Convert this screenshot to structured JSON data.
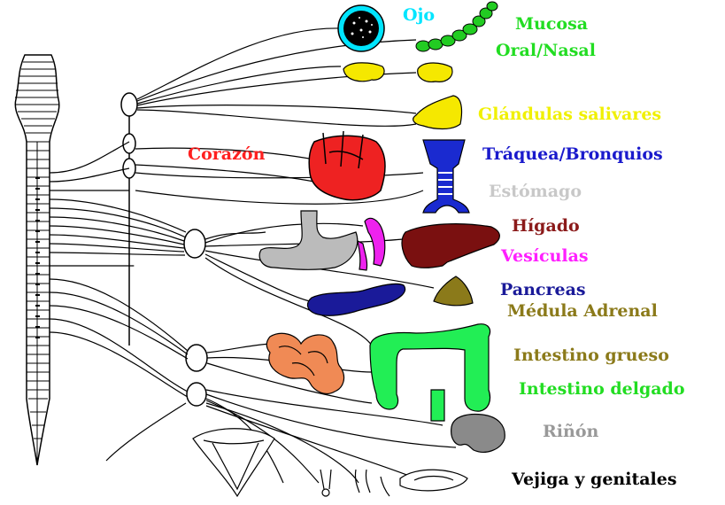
{
  "labels": {
    "ojo": {
      "text": "Ojo",
      "color": "#00e5ff"
    },
    "mucosa": {
      "text": "Mucosa",
      "color": "#22dd22"
    },
    "oral_nasal": {
      "text": "Oral/Nasal",
      "color": "#22dd22"
    },
    "glandulas": {
      "text": "Glándulas salivares",
      "color": "#f0f000"
    },
    "corazon": {
      "text": "Corazón",
      "color": "#ff2020"
    },
    "traquea": {
      "text": "Tráquea/Bronquios",
      "color": "#1a1acc"
    },
    "estomago": {
      "text": "Estómago",
      "color": "#c8c8c8"
    },
    "higado": {
      "text": "Hígado",
      "color": "#8b1a1a"
    },
    "vesiculas": {
      "text": "Vesículas",
      "color": "#ff20ff"
    },
    "pancreas": {
      "text": "Pancreas",
      "color": "#1a1a99"
    },
    "medula": {
      "text": "Médula  Adrenal",
      "color": "#8b7a1a"
    },
    "intestino_grueso": {
      "text": "Intestino grueso",
      "color": "#8b7a1a"
    },
    "intestino_delgado": {
      "text": "Intestino delgado",
      "color": "#22dd22"
    },
    "rinon": {
      "text": "Riñón",
      "color": "#999999"
    },
    "vejiga": {
      "text": "Vejiga y genitales",
      "color": "#000000"
    }
  },
  "organ_colors": {
    "eye_ring": "#00e5ff",
    "mucosa": "#22cc22",
    "glands": "#f5e800",
    "heart": "#ee2222",
    "trachea": "#1a2ad0",
    "stomach": "#bbbbbb",
    "liver": "#7a1010",
    "vesicle": "#ee22ee",
    "pancreas": "#1a1a99",
    "adrenal": "#8b7a1a",
    "small_intestine": "#f08a55",
    "large_intestine": "#22ee55",
    "kidney": "#8a8a8a"
  }
}
